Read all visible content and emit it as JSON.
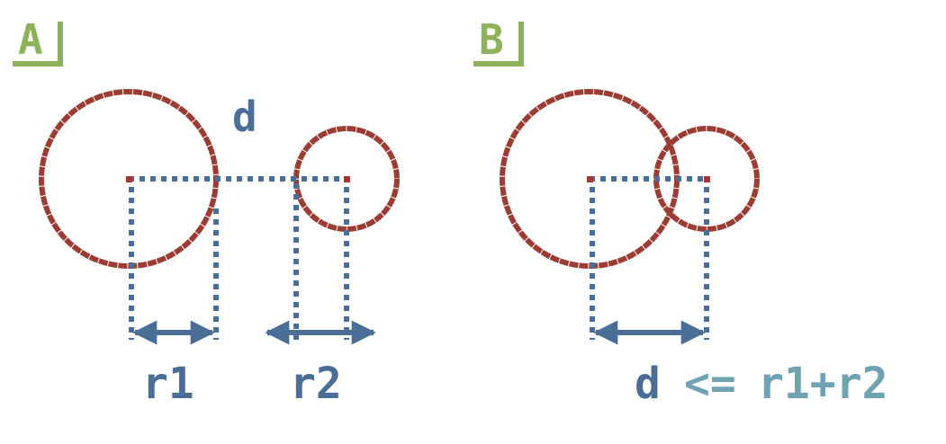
{
  "colors": {
    "circle": "#9b3d34",
    "line": "#4a6e96",
    "panel_label": "#8cb25a",
    "formula": "#6fa3b2",
    "background": "#ffffff"
  },
  "panels": [
    {
      "label": "A",
      "distance_label": "d",
      "radius1_label": "r1",
      "radius2_label": "r2"
    },
    {
      "label": "B",
      "distance_label": "d",
      "relation": "<=",
      "formula": "r1+r2"
    }
  ]
}
